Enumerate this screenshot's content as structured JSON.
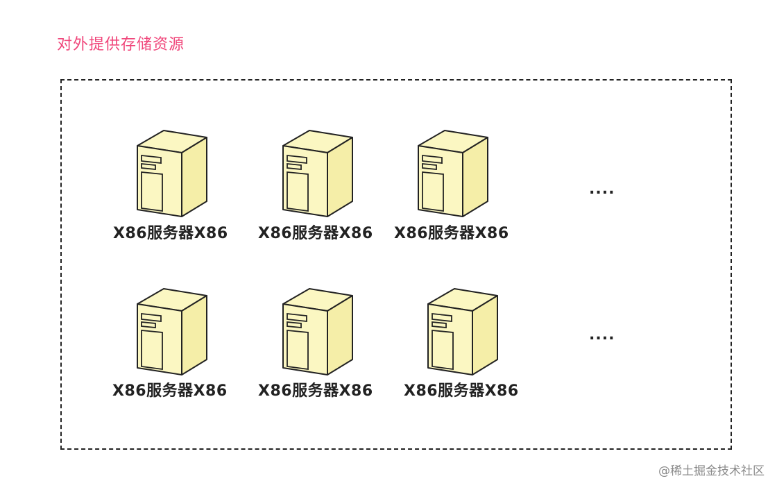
{
  "title": "对外提供存储资源",
  "server_label": "X86服务器X86",
  "rows": [
    {
      "servers": [
        "X86服务器X86",
        "X86服务器X86",
        "X86服务器X86"
      ],
      "more": "...."
    },
    {
      "servers": [
        "X86服务器X86",
        "X86服务器X86",
        "X86服务器X86"
      ],
      "more": "...."
    }
  ],
  "watermark": "@稀土掘金技术社区",
  "colors": {
    "title": "#f0457a",
    "server_fill": "#fbf7c2",
    "server_stroke": "#222222"
  },
  "icons": [
    "server-tower-icon"
  ]
}
